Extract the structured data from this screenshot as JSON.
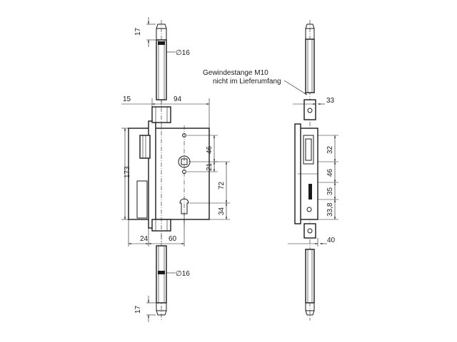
{
  "dims": {
    "rod_end_top_left": "17",
    "rod_dia_top": "∅16",
    "offset_15": "15",
    "width_94": "94",
    "height_173": "173",
    "d46": "46",
    "d21": "21",
    "d72": "72",
    "d34": "34",
    "d24": "24",
    "d60": "60",
    "rod_dia_bottom": "∅16",
    "rod_end_bottom_left": "17",
    "side_33": "33",
    "side_32": "32",
    "side_46": "46",
    "side_35": "35",
    "side_33_8": "33,8",
    "side_40": "40"
  },
  "note": {
    "line1": "Gewindestange M10",
    "line2": "nicht im Lieferumfang"
  }
}
